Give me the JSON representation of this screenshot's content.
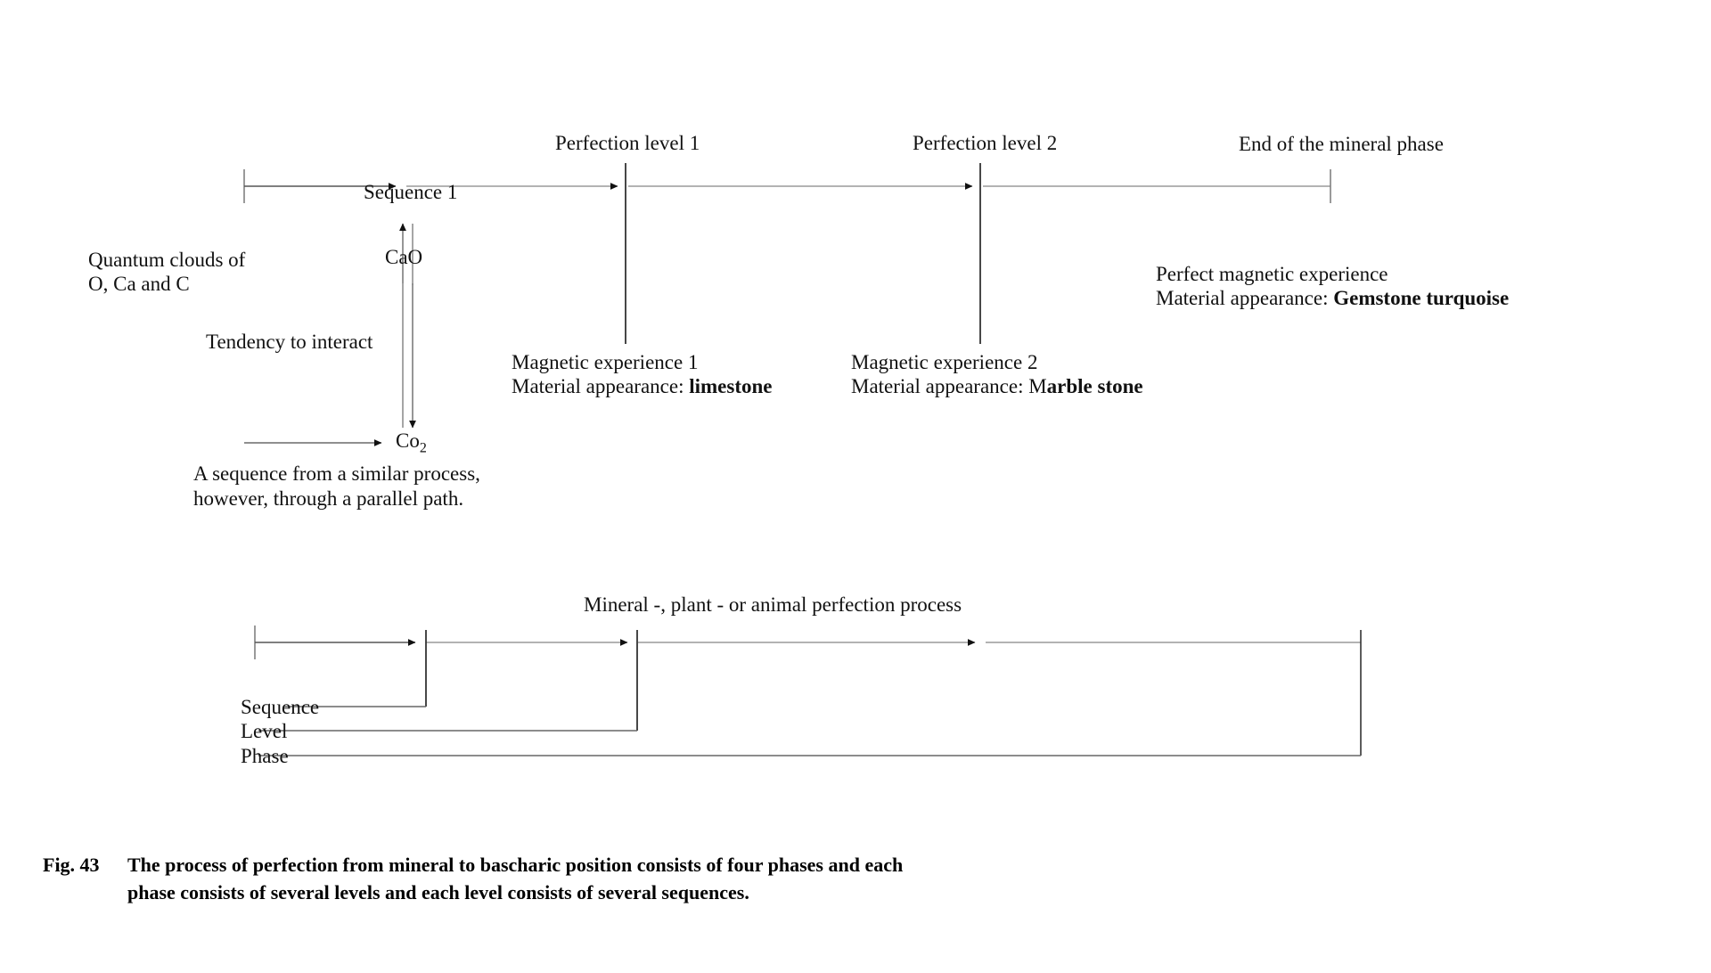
{
  "figure": {
    "caption_number": "Fig. 43",
    "caption_line1": "The process of perfection from mineral to bascharic position consists of four phases and each",
    "caption_line2": "phase consists of several levels and each level consists of several sequences."
  },
  "colors": {
    "ink": "#111111",
    "line": "#808080",
    "line_dark": "#333333",
    "background": "#ffffff"
  },
  "top_diagram": {
    "axis_labels_above": [
      {
        "id": "perfection-level-1",
        "text": "Perfection level 1"
      },
      {
        "id": "perfection-level-2",
        "text": "Perfection level 2"
      },
      {
        "id": "end-of-mineral-phase",
        "text": "End of the mineral phase"
      }
    ],
    "sequence_label": "Sequence 1",
    "origin_label_line1": "Quantum clouds of",
    "origin_label_line2": "O, Ca and C",
    "node_cao": "CaO",
    "node_co2_main": "Co",
    "node_co2_sub": "2",
    "tendency_label": "Tendency to interact",
    "parallel_note_line1": "A sequence from a similar process,",
    "parallel_note_line2": "however, through a parallel path.",
    "annotations": [
      {
        "id": "magnetic-experience-1",
        "line1": "Magnetic experience 1",
        "line2_prefix": "Material appearance: ",
        "line2_bold": "limestone"
      },
      {
        "id": "magnetic-experience-2",
        "line1": "Magnetic experience 2",
        "line2_prefix": " Material appearance: M",
        "line2_bold": "arble stone"
      },
      {
        "id": "perfect-magnetic-experience",
        "line1": "Perfect magnetic experience",
        "line2_prefix": "Material appearance: ",
        "line2_bold": "Gemstone turquoise"
      }
    ]
  },
  "bottom_diagram": {
    "title": "Mineral -, plant - or animal perfection process",
    "bracket_labels": [
      {
        "id": "sequence",
        "text": "Sequence"
      },
      {
        "id": "level",
        "text": "Level"
      },
      {
        "id": "phase",
        "text": "Phase"
      }
    ]
  }
}
